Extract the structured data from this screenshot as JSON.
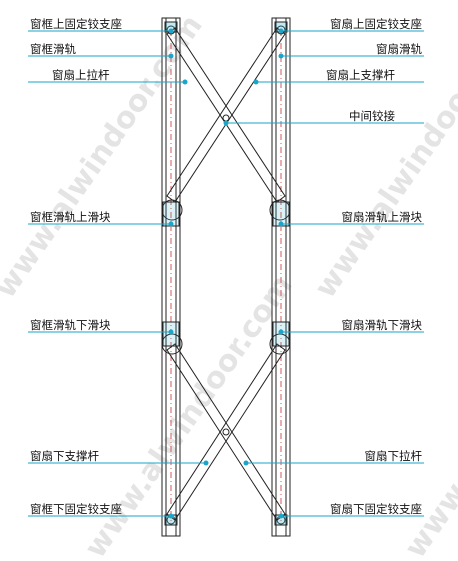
{
  "watermark": "www.alwindoor.com",
  "colors": {
    "line": "#222222",
    "leader": "#1aa6c8",
    "dot": "#1aa6c8",
    "axis": "#d05a5a",
    "text": "#111111"
  },
  "labels_left": [
    "窗框上固定铰支座",
    "窗框滑轨",
    "窗扇上拉杆",
    "窗框滑轨上滑块",
    "窗框滑轨下滑块",
    "窗扇下支撑杆",
    "窗框下固定铰支座"
  ],
  "labels_right": [
    "窗扇上固定铰支座",
    "窗扇滑轨",
    "窗扇上支撑杆",
    "中间铰接",
    "窗扇滑轨上滑块",
    "窗扇滑轨下滑块",
    "窗扇下拉杆",
    "窗扇下固定铰支座"
  ]
}
